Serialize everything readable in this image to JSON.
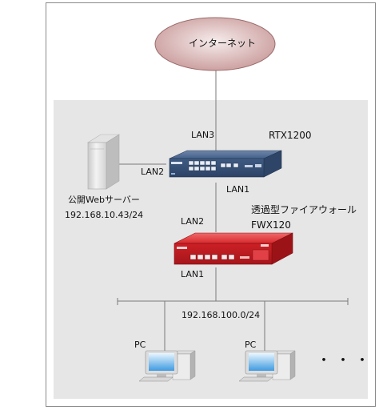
{
  "diagram": {
    "internet": {
      "label": "インターネット"
    },
    "router": {
      "name": "RTX1200",
      "ports": {
        "lan3": "LAN3",
        "lan2": "LAN2",
        "lan1": "LAN1"
      }
    },
    "web_server": {
      "label": "公開Webサーバー",
      "ip": "192.168.10.43/24"
    },
    "firewall": {
      "title": "透過型ファイアウォール",
      "name": "FWX120",
      "ports": {
        "lan2": "LAN2",
        "lan1": "LAN1"
      }
    },
    "lan_segment": {
      "network": "192.168.100.0/24"
    },
    "pcs": [
      {
        "label": "PC"
      },
      {
        "label": "PC"
      }
    ],
    "more": "・・・"
  },
  "colors": {
    "cloud_fill": "#d9b3b3",
    "cloud_stroke": "#9a6a6a",
    "router_body": "#3d5a82",
    "firewall_body": "#d0252a",
    "lan_area_bg": "#e6e6e6",
    "line": "#7a7a7a"
  },
  "icons": [
    "cloud-icon",
    "router-icon",
    "server-icon",
    "firewall-icon",
    "pc-icon"
  ]
}
